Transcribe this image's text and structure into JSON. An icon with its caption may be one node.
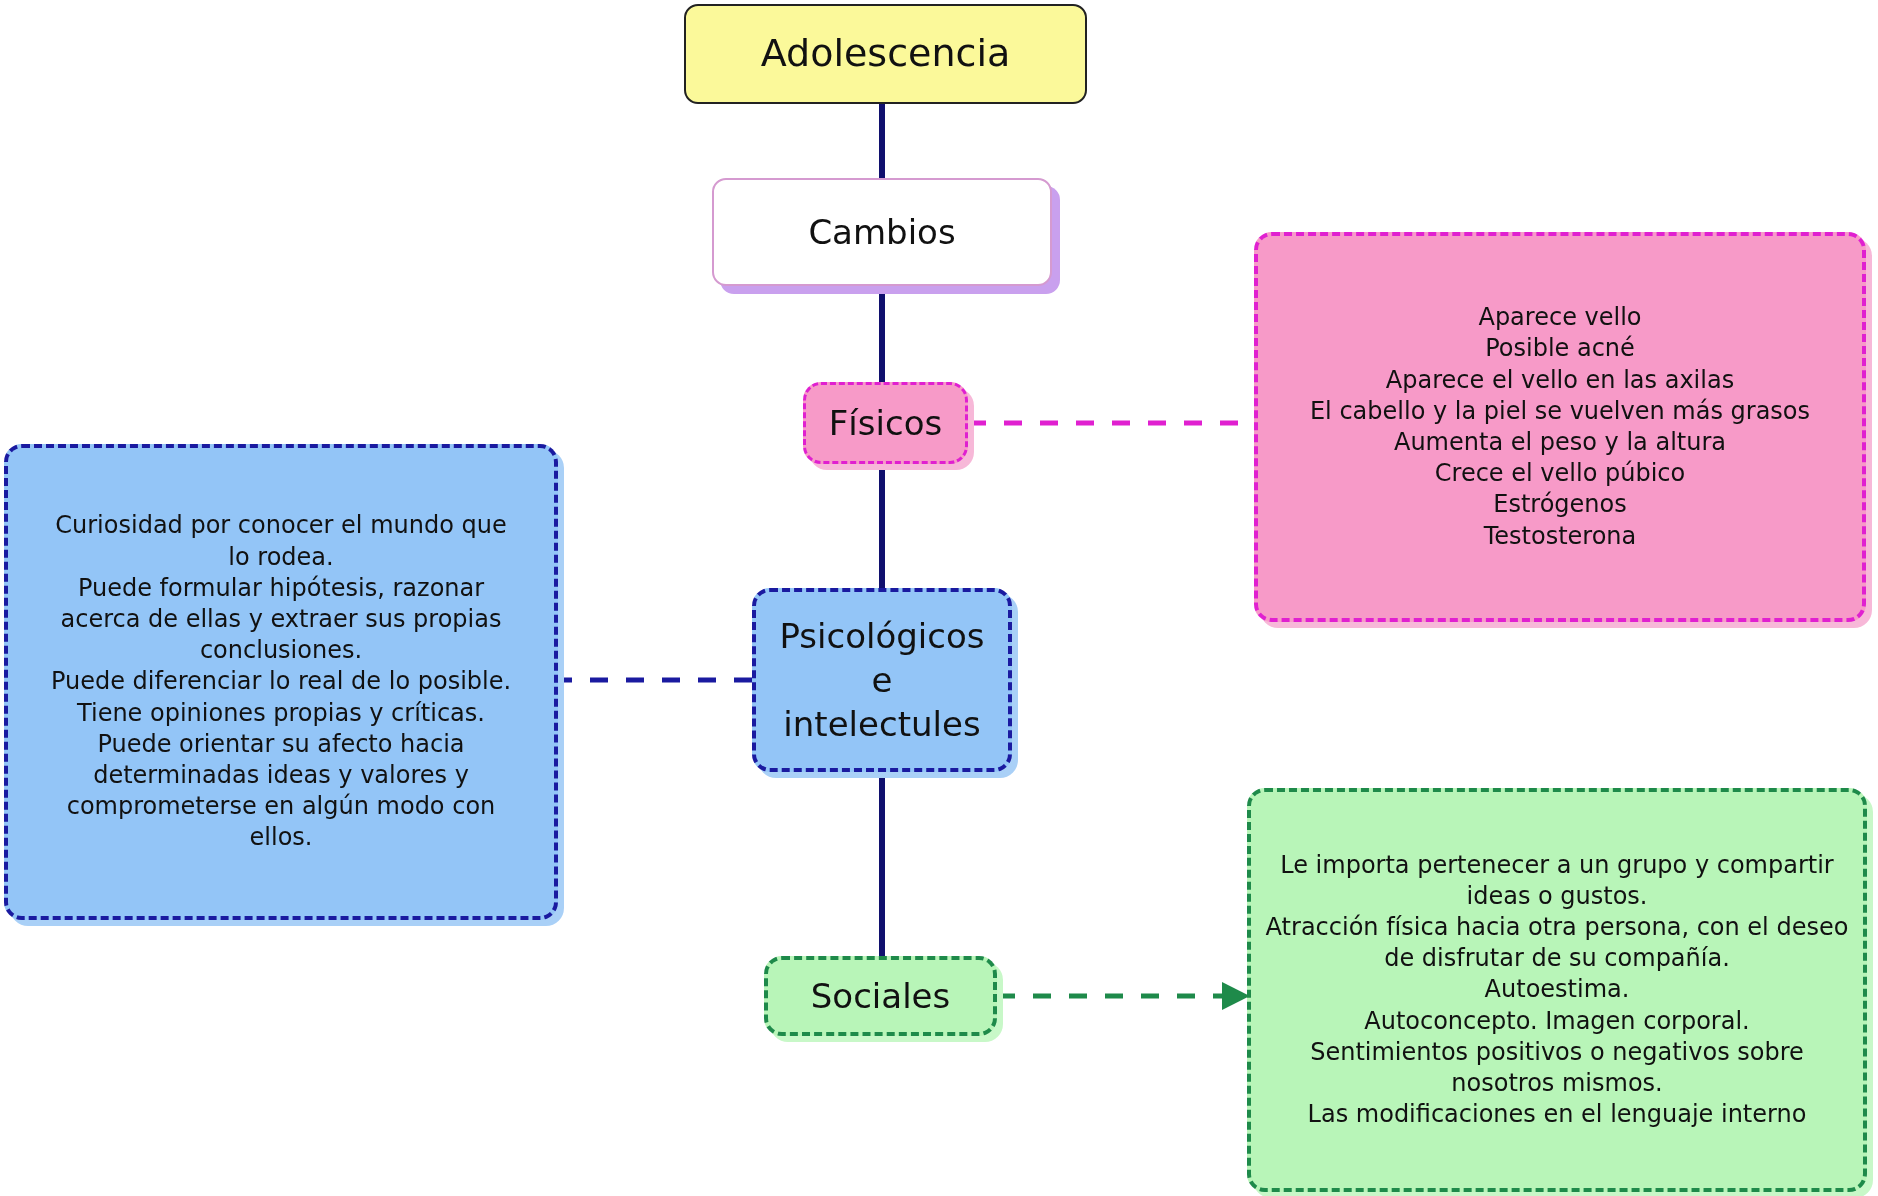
{
  "diagram": {
    "nodes": [
      {
        "text": [
          "Adolescencia"
        ]
      },
      {
        "text": [
          "Cambios"
        ]
      },
      {
        "text": [
          "Físicos"
        ]
      },
      {
        "text": [
          "Aparece vello",
          "Posible acné",
          "Aparece el vello en las axilas",
          "El cabello y la piel se vuelven más grasos",
          "Aumenta el peso y la altura",
          "Crece el vello púbico",
          "Estrógenos",
          "Testosterona"
        ]
      },
      {
        "text": [
          "Curiosidad por conocer el mundo que lo rodea.",
          "Puede formular hipótesis, razonar acerca de ellas y extraer sus propias conclusiones.",
          "Puede diferenciar lo real de lo posible.",
          "Tiene opiniones propias y críticas.",
          "Puede orientar su afecto hacia determinadas ideas y valores y comprometerse en algún modo con ellos."
        ]
      },
      {
        "text": [
          "Psicológicos e intelectules"
        ]
      },
      {
        "text": [
          "Sociales"
        ]
      },
      {
        "text": [
          "Le importa pertenecer a un grupo y compartir ideas o gustos.",
          "Atracción física hacia otra persona, con el deseo de disfrutar de su compañía.",
          "Autoestima.",
          "Autoconcepto. Imagen corporal.",
          "Sentimientos positivos o negativos sobre nosotros mismos.",
          "Las modificaciones en el lenguaje interno"
        ]
      }
    ],
    "edges": [
      {
        "from": 0,
        "to": 1,
        "arrow": "none"
      },
      {
        "from": 1,
        "to": 2,
        "arrow": "none"
      },
      {
        "from": 2,
        "to": 5,
        "arrow": "none"
      },
      {
        "from": 5,
        "to": 6,
        "arrow": "none"
      },
      {
        "from": 2,
        "to": 3,
        "arrow": "none",
        "style": "dashed",
        "color": "#e020d0"
      },
      {
        "from": 5,
        "to": 4,
        "arrow": "none",
        "style": "dashed",
        "color": "#1a1aa0"
      },
      {
        "from": 6,
        "to": 7,
        "arrow": "to",
        "style": "dashed",
        "color": "#1e8a4a"
      }
    ]
  }
}
